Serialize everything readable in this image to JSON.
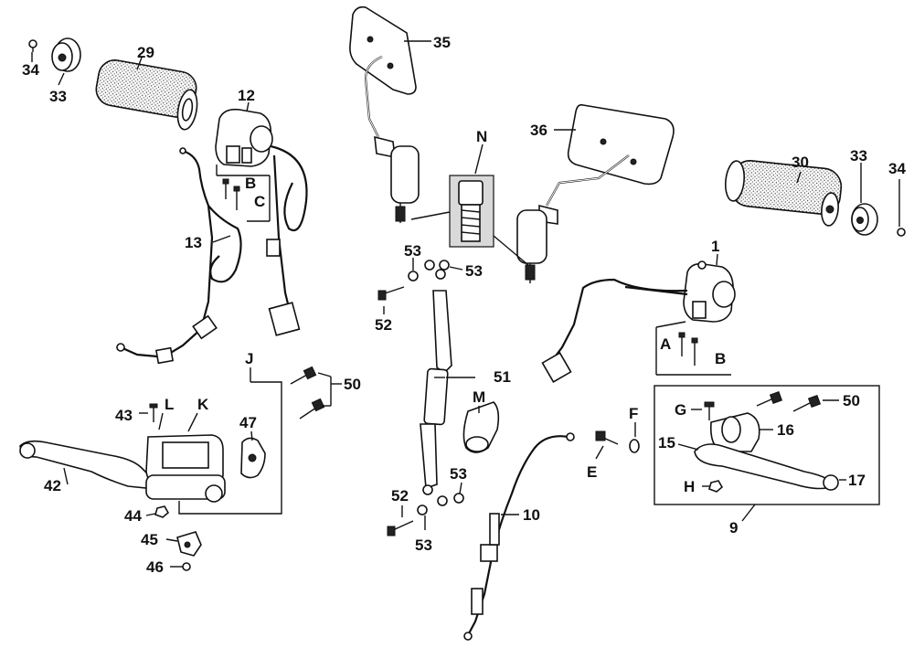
{
  "figure": {
    "type": "exploded parts diagram",
    "colors": {
      "ink": "#111111",
      "background": "#ffffff",
      "highlight_fill": "#d9d9d9"
    }
  },
  "labels": {
    "n1": "1",
    "n9": "9",
    "n10": "10",
    "n12": "12",
    "n13": "13",
    "n15": "15",
    "n16": "16",
    "n17": "17",
    "n29": "29",
    "n30": "30",
    "n33a": "33",
    "n33b": "33",
    "n34a": "34",
    "n34b": "34",
    "n35": "35",
    "n36": "36",
    "n42": "42",
    "n43": "43",
    "n44": "44",
    "n45": "45",
    "n46": "46",
    "n47": "47",
    "n50a": "50",
    "n50b": "50",
    "n51": "51",
    "n52a": "52",
    "n52b": "52",
    "n53a": "53",
    "n53b": "53",
    "n53c": "53",
    "n53d": "53",
    "A": "A",
    "Ba": "B",
    "Bb": "B",
    "Ca": "C",
    "E": "E",
    "F": "F",
    "G": "G",
    "H": "H",
    "J": "J",
    "K": "K",
    "L": "L",
    "M": "M",
    "N": "N"
  }
}
